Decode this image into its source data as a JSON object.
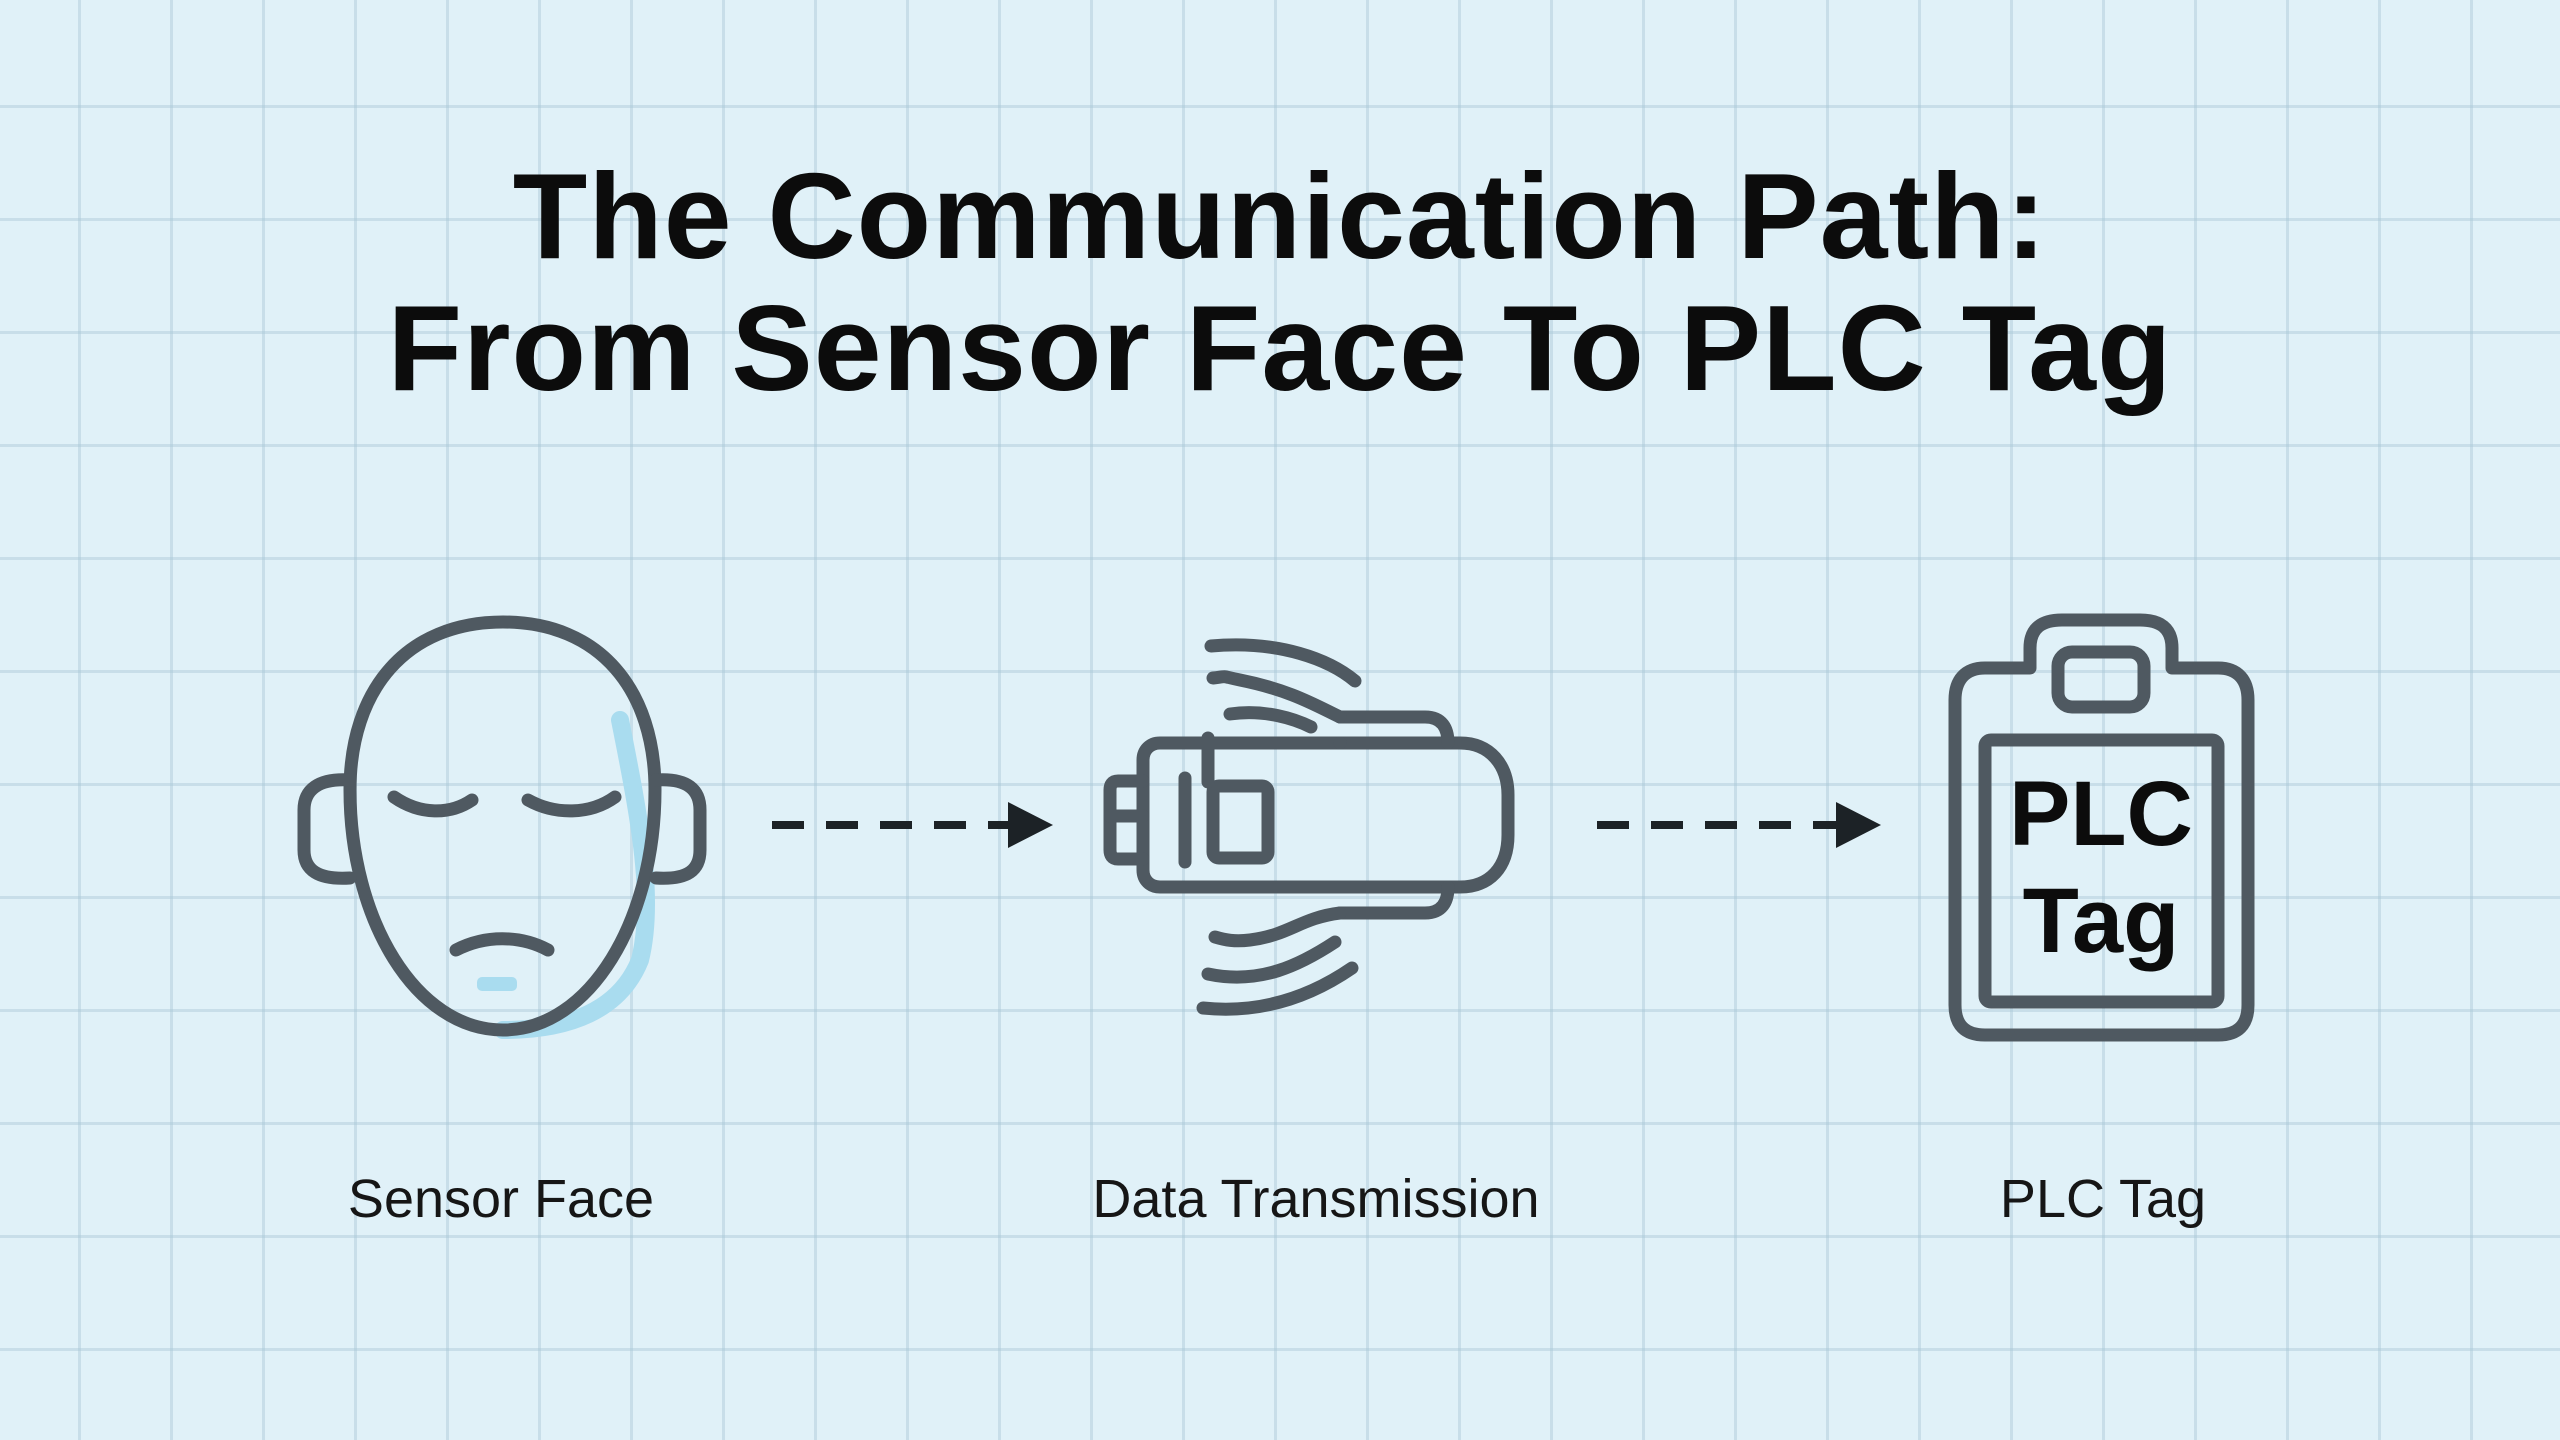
{
  "title": {
    "line1": "The Communication Path:",
    "line2": "From Sensor Face To PLC Tag"
  },
  "steps": [
    {
      "label": "Sensor Face",
      "icon": "face-icon"
    },
    {
      "label": "Data Transmission",
      "icon": "transmitter-icon"
    },
    {
      "label": "PLC Tag",
      "icon": "clipboard-tag-icon",
      "icon_text": [
        "PLC",
        "Tag"
      ]
    }
  ],
  "colors": {
    "background": "#e0f1f8",
    "icon_stroke": "#4f5961",
    "text": "#0c0c0c",
    "accent": "#a9dcef"
  }
}
